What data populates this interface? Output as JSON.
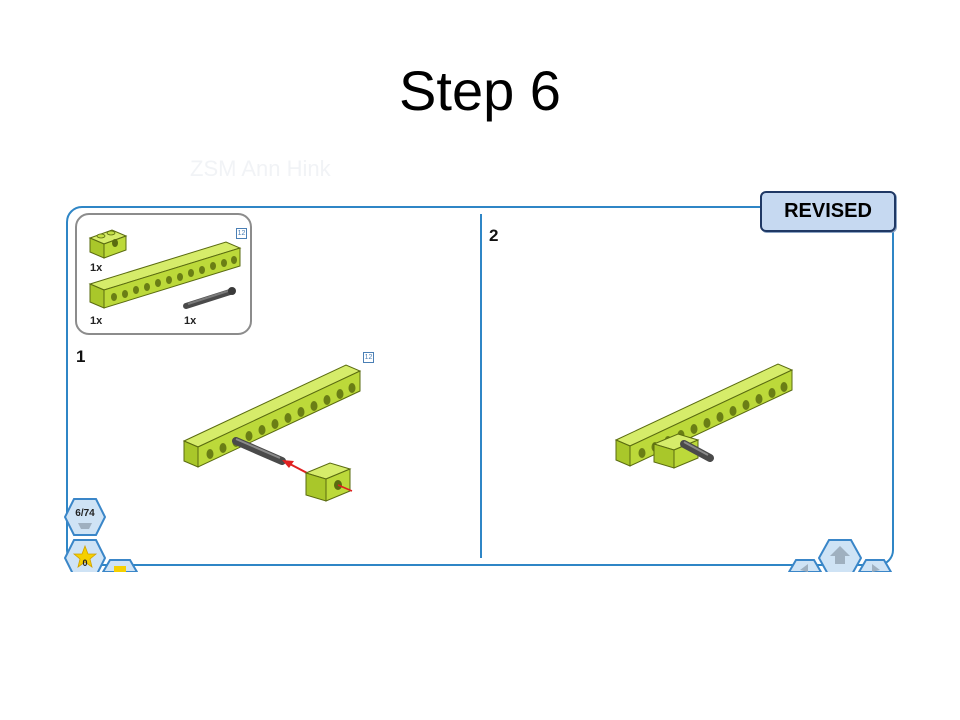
{
  "slide": {
    "title": "Step 6",
    "faint_text": "ZSM Ann Hink"
  },
  "instructions": {
    "badge": "REVISED",
    "parts_list": [
      {
        "name": "brick-1x2",
        "qty": "1x"
      },
      {
        "name": "beam-1x12",
        "qty": "1x"
      },
      {
        "name": "axle",
        "qty": "1x"
      }
    ],
    "size_tag": "12",
    "steps": [
      {
        "number": "1"
      },
      {
        "number": "2"
      }
    ]
  },
  "navigation": {
    "page_counter": "6/74",
    "bottom_counter": "0",
    "icons": [
      "page-hex-icon",
      "star-hex-icon",
      "home-hex-icon",
      "prev-hex-icon",
      "next-hex-icon"
    ]
  },
  "colors": {
    "frame": "#2f86c6",
    "brick_green": "#b4d432",
    "axle_gray": "#555555",
    "arrow_red": "#e02020",
    "badge_fill": "#c6d9f1",
    "badge_border": "#1f3864"
  }
}
